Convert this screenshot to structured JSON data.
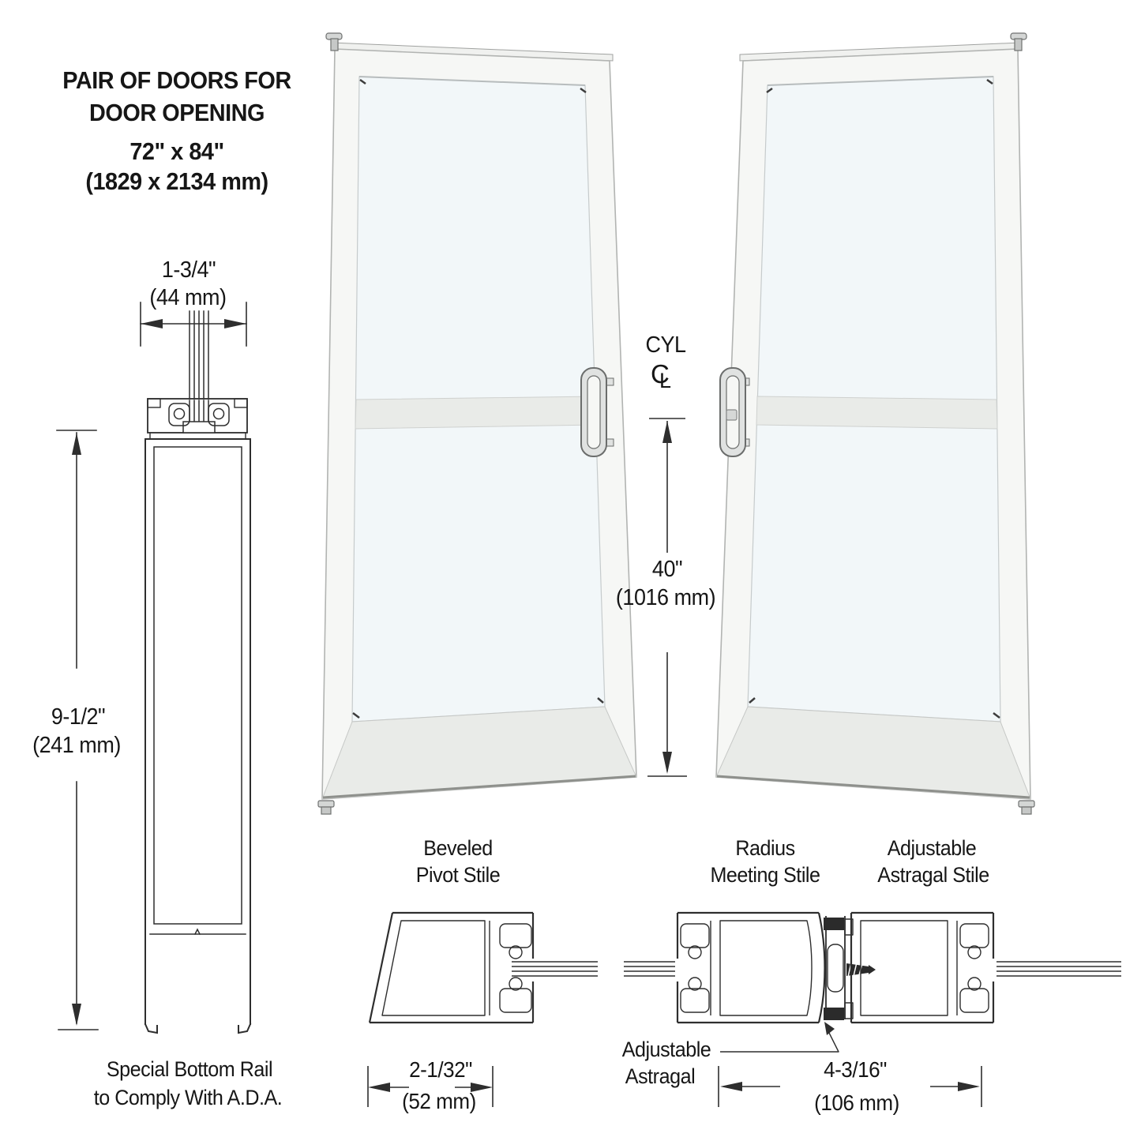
{
  "title": {
    "line1": "PAIR OF DOORS FOR",
    "line2": "DOOR OPENING",
    "size_imperial": "72\" x 84\"",
    "size_metric": "(1829 x 2134 mm)"
  },
  "bottom_rail_section": {
    "width_imperial": "1-3/4\"",
    "width_metric": "(44 mm)",
    "height_imperial": "9-1/2\"",
    "height_metric": "(241 mm)",
    "caption_line1": "Special Bottom Rail",
    "caption_line2": "to Comply With A.D.A."
  },
  "doors": {
    "cyl_label": "CYL",
    "centerline_c": "C",
    "centerline_l": "L",
    "handle_height_imperial": "40\"",
    "handle_height_metric": "(1016 mm)"
  },
  "details": {
    "pivot_stile_label1": "Beveled",
    "pivot_stile_label2": "Pivot Stile",
    "pivot_stile_dim_imperial": "2-1/32\"",
    "pivot_stile_dim_metric": "(52 mm)",
    "meeting_stile_label1": "Radius",
    "meeting_stile_label2": "Meeting Stile",
    "astragal_stile_label1": "Adjustable",
    "astragal_stile_label2": "Astragal Stile",
    "astragal_label1": "Adjustable",
    "astragal_label2": "Astragal",
    "astragal_dim_imperial": "4-3/16\"",
    "astragal_dim_metric": "(106 mm)"
  },
  "colors": {
    "line": "#2e2e2e",
    "door_frame": "#f6f7f5",
    "glass": "#f2f7f9",
    "rail": "#e9ebe8",
    "hardware": "#e0e2e1",
    "text": "#161616"
  }
}
